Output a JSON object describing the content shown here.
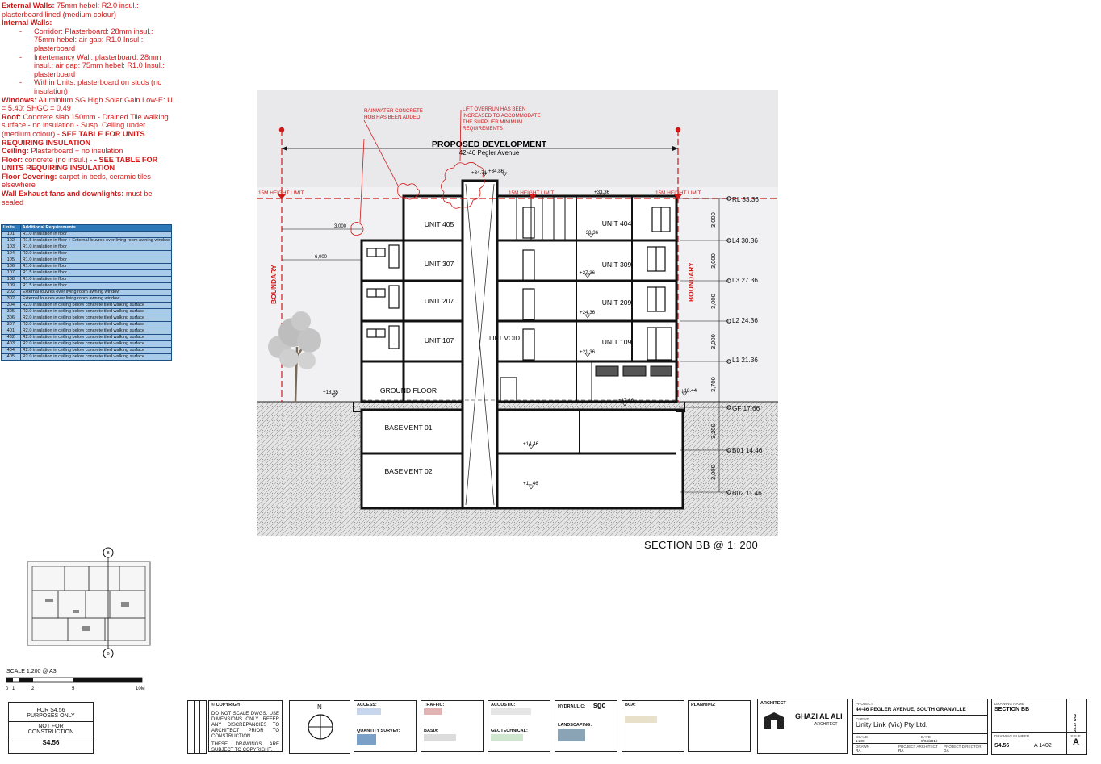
{
  "notes": {
    "external_walls": {
      "label": "External Walls:",
      "text": " 75mm hebel: R2.0 insul.: plasterboard lined (medium colour)"
    },
    "internal_walls_label": "Internal Walls:",
    "internal_items": [
      "Corridor: Plasterboard: 28mm insul.: 75mm hebel: air gap: R1.0 Insul.: plasterboard",
      "Intertenancy Wall: plasterboard: 28mm insul.: air gap: 75mm hebel: R1.0 Insul.: plasterboard",
      "Within Units: plasterboard on studs (no insulation)"
    ],
    "windows": {
      "label": "Windows:",
      "text": " Aluminium SG High Solar Gain Low-E: U = 5.40: SHGC = 0.49"
    },
    "roof": {
      "label": "Roof:",
      "text": " Concrete slab 150mm - Drained Tile walking surface - no insulation - Susp. Ceiling under (medium colour) -",
      "bold": " SEE TABLE FOR UNITS REQUIRING INSULATION"
    },
    "ceiling": {
      "label": "Ceiling:",
      "text": " Plasterboard + no insulation"
    },
    "floor": {
      "label": "Floor:",
      "text": " concrete (no insul.) -",
      "bold": " - SEE TABLE FOR UNITS REQUIRING INSULATION"
    },
    "floor_covering": {
      "label": "Floor Covering:",
      "text": " carpet in beds, ceramic tiles elsewhere"
    },
    "wall_exhaust": {
      "label": "Wall Exhaust fans and downlights:",
      "text": " must be sealed"
    }
  },
  "requirements_table": {
    "headers": [
      "Units",
      "Additional Requirements"
    ],
    "rows": [
      [
        "101",
        "R1.0 insulation in floor"
      ],
      [
        "102",
        "R1.5 insulation in floor + External louvres over living room awning window"
      ],
      [
        "103",
        "R1.0 insulation in floor"
      ],
      [
        "104",
        "R2.0 insulation in floor"
      ],
      [
        "105",
        "R1.0 insulation in floor"
      ],
      [
        "106",
        "R1.0 insulation in floor"
      ],
      [
        "107",
        "R1.5 insulation in floor"
      ],
      [
        "108",
        "R1.0 insulation in floor"
      ],
      [
        "109",
        "R1.5 insulation in floor"
      ],
      [
        "202",
        "External louvres over living room awning window"
      ],
      [
        "302",
        "External louvres over living room awning window"
      ],
      [
        "304",
        "R2.0 insulation in ceiling below concrete tiled walking surface"
      ],
      [
        "305",
        "R2.0 insulation in ceiling below concrete tiled walking surface"
      ],
      [
        "306",
        "R2.0 insulation in ceiling below concrete tiled walking surface"
      ],
      [
        "307",
        "R2.0 insulation in ceiling below concrete tiled walking surface"
      ],
      [
        "401",
        "R2.0 insulation in ceiling below concrete tiled walking surface"
      ],
      [
        "402",
        "R2.0 insulation in ceiling below concrete tiled walking surface"
      ],
      [
        "403",
        "R2.0 insulation in ceiling below concrete tiled walking surface"
      ],
      [
        "404",
        "R2.0 insulation in ceiling below concrete tiled walking surface"
      ],
      [
        "405",
        "R2.0 insulation in ceiling below concrete tiled walking surface"
      ]
    ]
  },
  "section": {
    "title": "PROPOSED DEVELOPMENT",
    "address": "42-46 Pegler Avenue",
    "note_rainwater": [
      "RAINWATER CONCRETE",
      "HOB HAS BEEN ADDED"
    ],
    "note_lift": [
      "LIFT OVERRUN HAS BEEN",
      "INCREASED TO ACCOMMODATE",
      "THE SUPPLIER MINIMUM",
      "REQUIREMENTS"
    ],
    "height_limit": "15M HEIGHT LIMIT",
    "boundary": "BOUNDARY",
    "lift_void": "LIFT VOID",
    "units": [
      "UNIT 405",
      "UNIT 404",
      "UNIT 307",
      "UNIT 309",
      "UNIT 207",
      "UNIT 209",
      "UNIT 107",
      "UNIT 109"
    ],
    "ground_floor": "GROUND FLOOR",
    "basements": [
      "BASEMENT 01",
      "BASEMENT 02"
    ],
    "levels": [
      "RL 33.36",
      "L4 30.36",
      "L3 27.36",
      "L2 24.36",
      "L1 21.36",
      "GF 17.66",
      "B01 14.46",
      "B02 11.46"
    ],
    "floor_heights": [
      "3,000",
      "3,000",
      "3,000",
      "3,000",
      "3,700",
      "3,200",
      "3,000"
    ],
    "spot_levels": [
      "+34.71",
      "+34.86",
      "+33.36",
      "+30.36",
      "+27.36",
      "+24.36",
      "+21.36",
      "+18.35",
      "+18.44",
      "+17.66",
      "+14.46",
      "+11.46"
    ],
    "setbacks": [
      "3,000",
      "6,000"
    ],
    "scale_title": "SECTION BB @ 1: 200"
  },
  "scale": {
    "label": "SCALE 1:200 @ A3",
    "ticks": [
      "0",
      "1",
      "2",
      "5",
      "10M"
    ]
  },
  "stamp": {
    "for": "FOR S4.56",
    "purposes": "PURPOSES ONLY",
    "not_for": "NOT FOR",
    "construction": "CONSTRUCTION",
    "code": "S4.56"
  },
  "copyright": {
    "title": "© COPYRIGHT",
    "text1": "DO NOT SCALE DWGS. USE DIMENSIONS ONLY. REFER ANY DISCREPANCIES TO ARCHITECT PRIOR TO CONSTRUCTION.",
    "text2": "THESE DRAWINGS ARE SUBJECT TO COPYRIGHT."
  },
  "north": "N",
  "consultants": [
    {
      "l1": "ACCESS:",
      "l2": "QUANTITY SURVEY:"
    },
    {
      "l1": "TRAFFIC:",
      "l2": "BASIX:"
    },
    {
      "l1": "ACOUSTIC:",
      "l2": "GEOTECHNICAL:"
    },
    {
      "l1": "HYDRAULIC:",
      "l2": "LANDSCAPING:",
      "logo": "sgc"
    },
    {
      "l1": "BCA:",
      "l2": ""
    },
    {
      "l1": "PLANNING:",
      "l2": ""
    }
  ],
  "architect": {
    "label": "ARCHITECT",
    "name": "GHAZI AL ALI",
    "sub": "ARCHITECT"
  },
  "project": {
    "label": "PROJECT",
    "name": "44-46 PEGLER AVENUE, SOUTH GRANVILLE",
    "client_label": "CLIENT",
    "client": "Unity Link (Vic) Pty Ltd.",
    "scale_label": "SCALE",
    "scale": "1:200",
    "date_label": "DATE",
    "date": "8/04/2019",
    "drawn_label": "DRAWN",
    "drawn": "RA",
    "pa_label": "PROJECT ARCHITECT",
    "pa": "RA",
    "pd_label": "PROJECT DIRECTOR",
    "pd": "GA"
  },
  "drawing": {
    "name_label": "DRAWING NAME",
    "name": "SECTION BB",
    "number_label": "DRAWING NUMBER",
    "code": "S4.56",
    "number": "A 1402",
    "issue_label": "ISSUE",
    "issue": "A",
    "proj_no": "25.17 IV02"
  }
}
